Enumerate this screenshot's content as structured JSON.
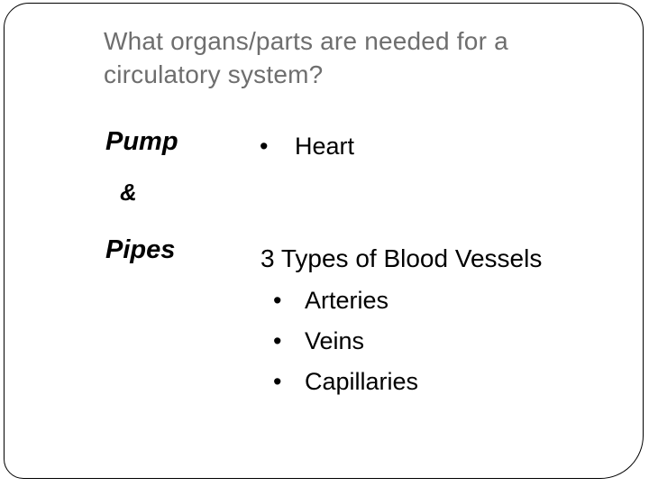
{
  "slide": {
    "title": "What organs/parts are needed for a circulatory system?",
    "bullet_char": "•",
    "left_column": {
      "pump": "Pump",
      "ampersand": "&",
      "pipes": "Pipes"
    },
    "right_column": {
      "heart": "Heart",
      "vessels_heading": "3 Types of Blood Vessels",
      "vessel_types": [
        "Arteries",
        "Veins",
        "Capillaries"
      ]
    },
    "colors": {
      "background": "#ffffff",
      "border": "#000000",
      "title_text": "#6e6e6e",
      "body_text": "#000000"
    }
  }
}
